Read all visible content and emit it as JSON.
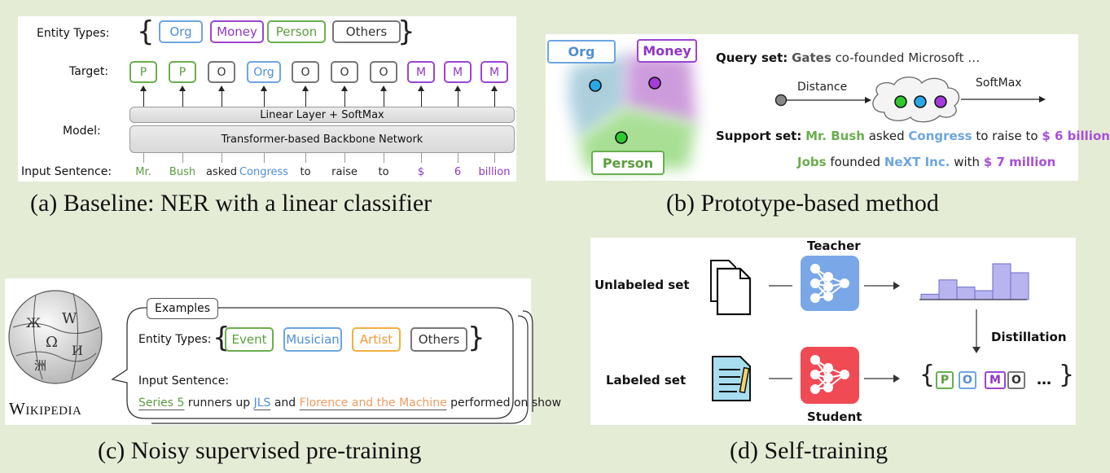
{
  "panel_a": {
    "entity_types_label": "Entity Types:",
    "entity_types": [
      {
        "text": "Org",
        "color": "blue"
      },
      {
        "text": "Money",
        "color": "purple"
      },
      {
        "text": "Person",
        "color": "green"
      },
      {
        "text": "Others",
        "color": "gray"
      }
    ],
    "target_label": "Target:",
    "targets": [
      {
        "text": "P",
        "color": "green"
      },
      {
        "text": "P",
        "color": "green"
      },
      {
        "text": "O",
        "color": "gray"
      },
      {
        "text": "Org",
        "color": "blue"
      },
      {
        "text": "O",
        "color": "gray"
      },
      {
        "text": "O",
        "color": "gray"
      },
      {
        "text": "O",
        "color": "gray"
      },
      {
        "text": "M",
        "color": "purple"
      },
      {
        "text": "M",
        "color": "purple"
      },
      {
        "text": "M",
        "color": "purple"
      }
    ],
    "model_label": "Model:",
    "linear_layer": "Linear  Layer + SoftMax",
    "backbone": "Transformer-based Backbone Network",
    "input_label": "Input Sentence:",
    "input_words": [
      {
        "text": "Mr.",
        "color": "#5a9e3f"
      },
      {
        "text": "Bush",
        "color": "#5a9e3f"
      },
      {
        "text": "asked",
        "color": "#222222"
      },
      {
        "text": "Congress",
        "color": "#4f8fd6"
      },
      {
        "text": "to",
        "color": "#222222"
      },
      {
        "text": "raise",
        "color": "#222222"
      },
      {
        "text": "to",
        "color": "#222222"
      },
      {
        "text": "$",
        "color": "#9036c5"
      },
      {
        "text": "6",
        "color": "#9036c5"
      },
      {
        "text": "billion",
        "color": "#9036c5"
      }
    ],
    "caption": "(a) Baseline: NER with a linear classifier"
  },
  "panel_b": {
    "org": "Org",
    "money": "Money",
    "person": "Person",
    "query_label": "Query set:",
    "query_entity": "Gates",
    "query_rest": "co-founded Microsoft …",
    "distance": "Distance",
    "softmax": "SoftMax",
    "support_label": "Support set:",
    "support_line1": [
      {
        "text": "Mr. Bush",
        "color": "#6aae4f",
        "bold": true
      },
      {
        "text": " asked ",
        "color": "#222222",
        "bold": false
      },
      {
        "text": "Congress",
        "color": "#6ea5e0",
        "bold": true
      },
      {
        "text": " to raise to ",
        "color": "#222222",
        "bold": false
      },
      {
        "text": "$ 6 billion",
        "color": "#a84fd9",
        "bold": true
      }
    ],
    "support_line2": [
      {
        "text": "Jobs",
        "color": "#6aae4f",
        "bold": true
      },
      {
        "text": " founded ",
        "color": "#222222",
        "bold": false
      },
      {
        "text": "NeXT Inc.",
        "color": "#6ea5e0",
        "bold": true
      },
      {
        "text": " with ",
        "color": "#222222",
        "bold": false
      },
      {
        "text": "$ 7 million",
        "color": "#a84fd9",
        "bold": true
      }
    ],
    "caption": "(b) Prototype-based method"
  },
  "panel_c": {
    "wikipedia": "Wikipedia",
    "examples": "Examples",
    "entity_types_label": "Entity Types:",
    "entity_types": [
      {
        "text": "Event",
        "color": "green"
      },
      {
        "text": "Musician",
        "color": "blue"
      },
      {
        "text": "Artist",
        "color": "orange"
      },
      {
        "text": "Others",
        "color": "gray"
      }
    ],
    "input_label": "Input Sentence:",
    "sentence": [
      {
        "text": "Series 5",
        "color": "#5a9e3f",
        "underline": true
      },
      {
        "text": " runners up ",
        "color": "#222222",
        "underline": false
      },
      {
        "text": "JLS",
        "color": "#4f8fd6",
        "underline": true
      },
      {
        "text": " and ",
        "color": "#222222",
        "underline": false
      },
      {
        "text": "Florence and the Machine",
        "color": "#f09a60",
        "underline": true
      },
      {
        "text": " performed on show",
        "color": "#222222",
        "underline": false
      }
    ],
    "caption": "(c) Noisy supervised pre-training"
  },
  "panel_d": {
    "teacher": "Teacher",
    "student": "Student",
    "unlabeled": "Unlabeled set",
    "labeled": "Labeled set",
    "distillation": "Distillation",
    "histogram": [
      0.15,
      0.55,
      0.35,
      0.25,
      1.0,
      0.75
    ],
    "tags": [
      {
        "text": "P",
        "color": "green"
      },
      {
        "text": "O",
        "color": "blue"
      },
      {
        "text": "M",
        "color": "purple"
      },
      {
        "text": "O",
        "color": "gray"
      }
    ],
    "ellipsis": "…",
    "teacher_color": "#79a7e8",
    "student_color": "#f04a55",
    "caption": "(d) Self-training"
  }
}
